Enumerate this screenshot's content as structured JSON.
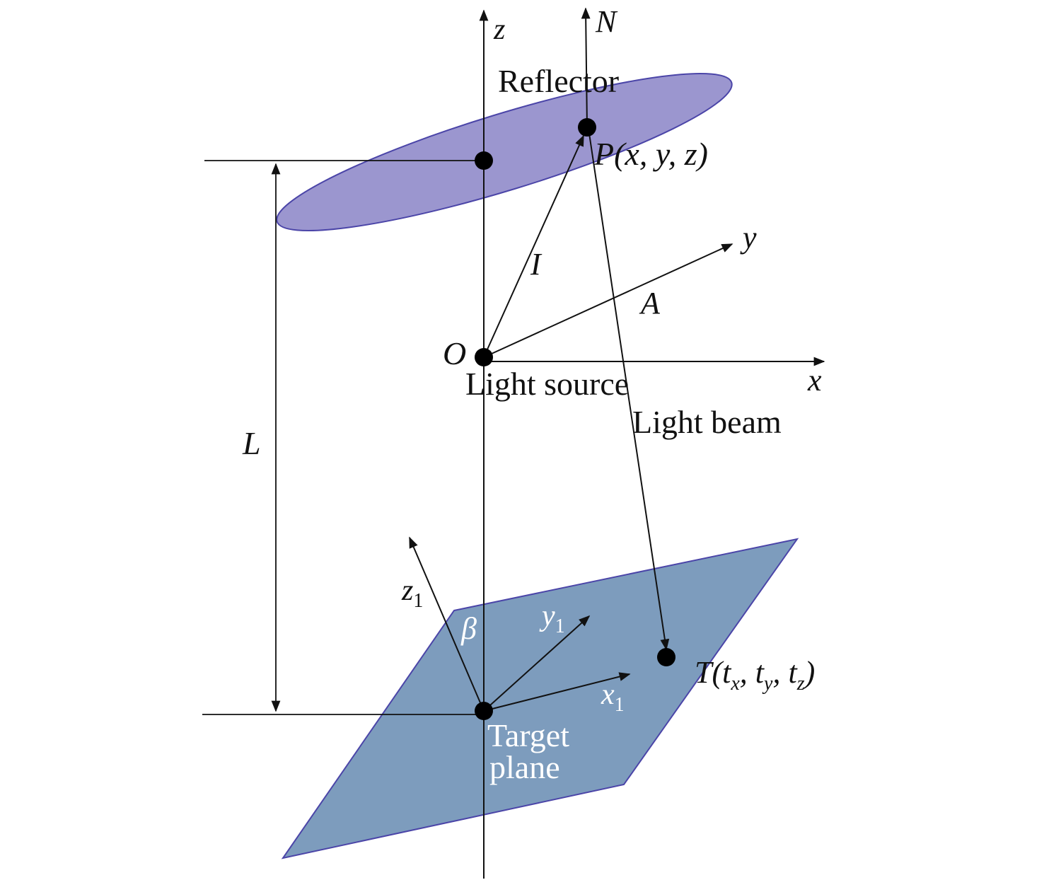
{
  "labels": {
    "z_axis": "z",
    "n_axis": "N",
    "reflector": "Reflector",
    "point_p": "P(x, y, z)",
    "incident": "I",
    "y_axis": "y",
    "vector_a": "A",
    "origin": "O",
    "light_source": "Light source",
    "x_axis": "x",
    "light_beam": "Light beam",
    "distance": "L",
    "z1_main": "z",
    "z1_sub": "1",
    "beta": "β",
    "y1_main": "y",
    "y1_sub": "1",
    "x1_main": "x",
    "x1_sub": "1",
    "point_t_prefix": "T(t",
    "t_sub_x": "x",
    "t_sep1": ", t",
    "t_sub_y": "y",
    "t_sep2": ", t",
    "t_sub_z": "z",
    "t_close": ")",
    "target_line1": "Target",
    "target_line2": "plane"
  },
  "colors": {
    "reflector_fill": "#9b96cf",
    "reflector_stroke": "#4b45a8",
    "plane_fill": "#7d9cbd",
    "plane_stroke": "#4b45a8",
    "line": "#111111",
    "text_on_plane": "#ffffff"
  }
}
